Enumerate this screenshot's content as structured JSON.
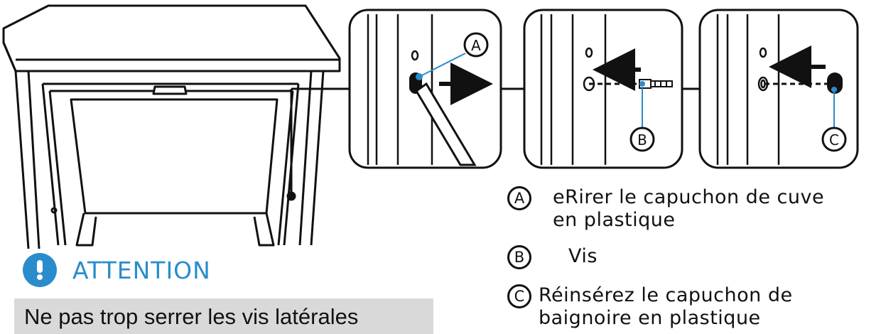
{
  "callouts": {
    "a": "A",
    "b": "B",
    "c": "C"
  },
  "legend": [
    {
      "letter": "A",
      "text": "eRirer le capuchon de cuve en plastique"
    },
    {
      "letter": "B",
      "text": "Vis"
    },
    {
      "letter": "C",
      "text": "Réinsérez le capuchon de baignoire en plastique"
    }
  ],
  "attention": {
    "label": "ATTENTION",
    "icon": "exclamation-circle-icon",
    "color": "#2a8ccc"
  },
  "warning": {
    "text": "Ne pas trop serrer les vis latérales"
  },
  "colors": {
    "line": "#111111",
    "accent_dot": "#2a8ccc",
    "warning_bg": "#d9d9d9"
  }
}
